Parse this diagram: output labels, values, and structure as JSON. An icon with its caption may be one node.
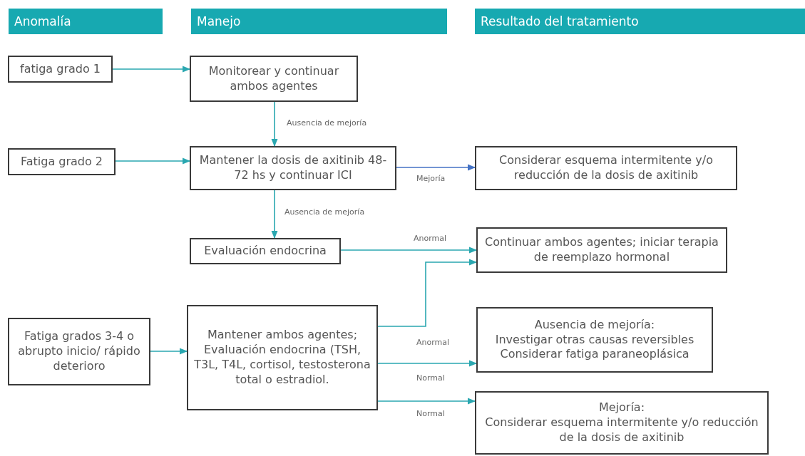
{
  "diagram": {
    "nodes": [
      {
        "text": [
          "Anomalía"
        ]
      },
      {
        "text": [
          "Manejo"
        ]
      },
      {
        "text": [
          "Resultado del tratamiento"
        ]
      },
      {
        "text": [
          "fatiga grado 1"
        ]
      },
      {
        "text": [
          "Monitorear y continuar ambos agentes"
        ]
      },
      {
        "text": [
          "Fatiga grado 2"
        ]
      },
      {
        "text": [
          "Mantener la dosis de axitinib 48-72 hs y continuar ICI"
        ]
      },
      {
        "text": [
          "Considerar esquema intermitente y/o reducción de la dosis de axitinib"
        ]
      },
      {
        "text": [
          "Evaluación endocrina"
        ]
      },
      {
        "text": [
          "Continuar ambos agentes; iniciar terapia de reemplazo hormonal"
        ]
      },
      {
        "text": [
          "Fatiga grados 3-4 o abrupto inicio/ rápido deterioro"
        ]
      },
      {
        "text": [
          "Mantener ambos agentes; Evaluación endocrina (TSH, T3L, T4L, cortisol, testosterona total o estradiol."
        ]
      },
      {
        "text": [
          "Ausencia de mejoría:",
          "Investigar otras causas reversibles",
          "Considerar fatiga paraneoplásica"
        ]
      },
      {
        "text": [
          "Mejoría:",
          "Considerar esquema intermitente y/o reducción de la dosis de axitinib"
        ]
      }
    ],
    "edges": [
      {
        "from": 3,
        "to": 4,
        "arrow": "to"
      },
      {
        "from": 4,
        "to": 6,
        "arrow": "to",
        "label": "Ausencia de mejoría"
      },
      {
        "from": 5,
        "to": 6,
        "arrow": "to"
      },
      {
        "from": 6,
        "to": 7,
        "arrow": "to",
        "label": "Mejoría",
        "color": "#4472c4"
      },
      {
        "from": 6,
        "to": 8,
        "arrow": "to",
        "label": "Ausencia de mejoría"
      },
      {
        "from": 8,
        "to": 9,
        "arrow": "to",
        "label": "Anormal"
      },
      {
        "from": 10,
        "to": 11,
        "arrow": "to"
      },
      {
        "from": 11,
        "to": 9,
        "arrow": "to",
        "label": "Anormal"
      },
      {
        "from": 11,
        "to": 12,
        "arrow": "to",
        "label": "Normal"
      },
      {
        "from": 11,
        "to": 13,
        "arrow": "to",
        "label": "Normal"
      }
    ]
  }
}
